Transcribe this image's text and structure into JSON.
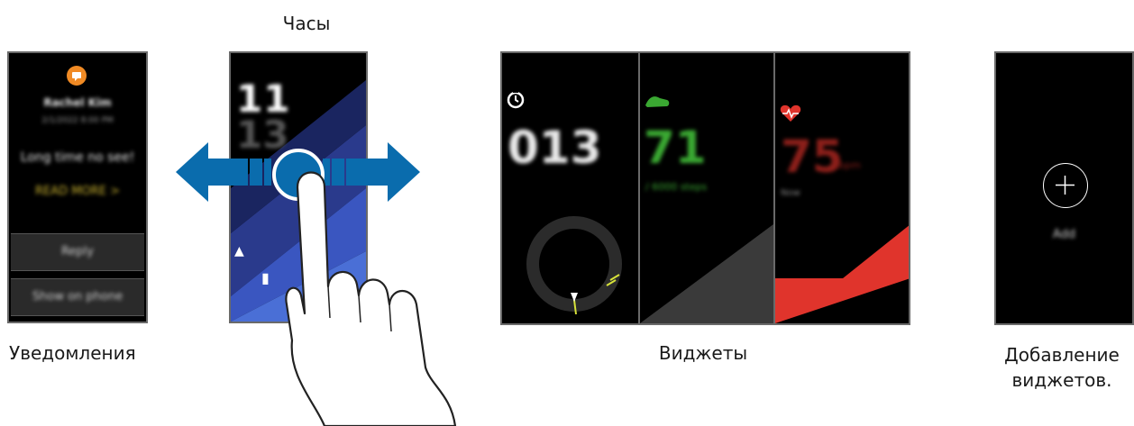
{
  "labels": {
    "watch": "Часы",
    "notifications": "Уведомления",
    "widgets": "Виджеты",
    "add_widgets_line1": "Добавление",
    "add_widgets_line2": "виджетов."
  },
  "notification_screen": {
    "sender": "Rachel Kim",
    "time": "2/1/2022 8:00 PM",
    "message": "Long time no see!",
    "read_more": "READ MORE >",
    "reply": "Reply",
    "show_on_phone": "Show on phone"
  },
  "watch_screen": {
    "hour": "11",
    "minute": "13"
  },
  "widget_timer": {
    "value": "013"
  },
  "widget_steps": {
    "value": "71",
    "unit": "/ 6000 steps"
  },
  "widget_heart": {
    "value": "75",
    "unit": "bpm",
    "status": "Now"
  },
  "add_screen": {
    "label": "Add"
  },
  "colors": {
    "swipe_arrow": "#0a6cad",
    "steps_green": "#3aa832",
    "heart_red": "#e0342c",
    "notification_orange": "#f08a24",
    "read_more_yellow": "#c9b230"
  },
  "icons": [
    "message-icon",
    "timer-icon",
    "shoe-icon",
    "heart-icon",
    "plus-icon",
    "hand-pointer-icon",
    "arrow-left-icon",
    "arrow-right-icon"
  ]
}
